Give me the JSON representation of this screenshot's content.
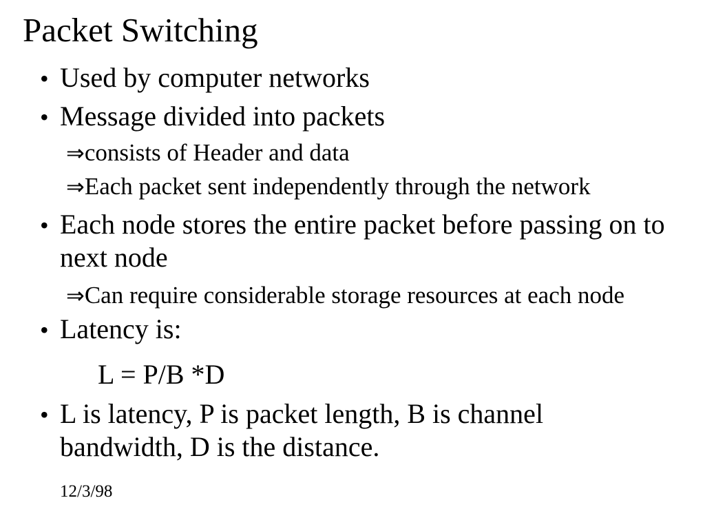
{
  "slide": {
    "colors": {
      "background": "#ffffff",
      "text": "#000000"
    },
    "title": "Packet Switching",
    "items": [
      {
        "marker": "•",
        "text": [
          "Used by computer networks"
        ]
      },
      {
        "marker": "•",
        "text": [
          "Message divided into packets"
        ]
      },
      {
        "marker": "⇒",
        "text": [
          "consists of Header and data"
        ]
      },
      {
        "marker": "⇒",
        "text": [
          "Each packet sent independently through the network"
        ]
      },
      {
        "marker": "•",
        "text": [
          "Each node stores the entire packet before passing on to",
          "next node"
        ]
      },
      {
        "marker": "⇒",
        "text": [
          "Can require considerable storage resources at each node"
        ]
      },
      {
        "marker": "•",
        "text": [
          "Latency is:"
        ]
      },
      {
        "marker": "",
        "text": [
          "L = P/B *D"
        ]
      },
      {
        "marker": "•",
        "text": [
          "L is latency, P is packet length, B is channel",
          "bandwidth, D is the distance."
        ]
      }
    ],
    "footer": {
      "date": "12/3/98"
    }
  }
}
